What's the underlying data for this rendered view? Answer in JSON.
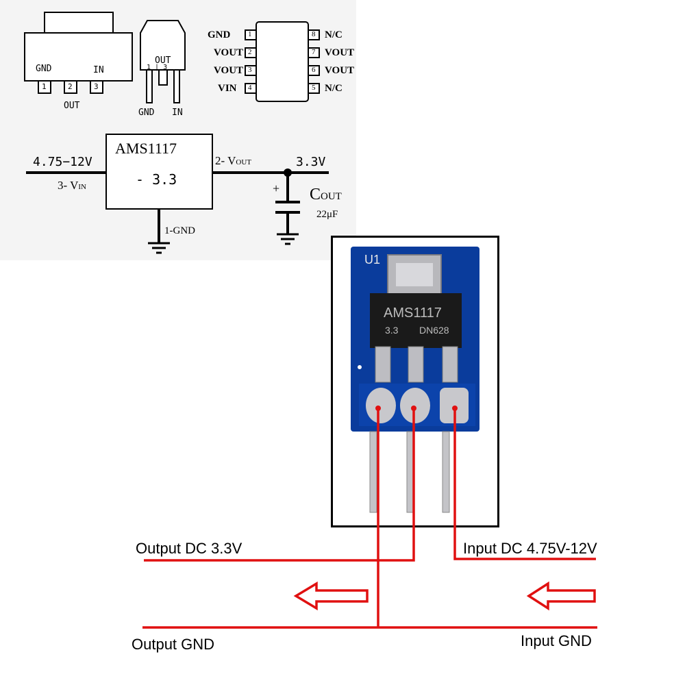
{
  "packages": {
    "sot223": {
      "gnd": "GND",
      "in": "IN",
      "out": "OUT",
      "pins": [
        "1",
        "2",
        "3"
      ]
    },
    "to252": {
      "out": "OUT",
      "gnd": "GND",
      "in": "IN",
      "pin_marks": "1 | 3"
    },
    "soic8": {
      "left": [
        {
          "label": "GND",
          "pin": "1"
        },
        {
          "label": "VOUT",
          "pin": "2"
        },
        {
          "label": "VOUT",
          "pin": "3"
        },
        {
          "label": "VIN",
          "pin": "4"
        }
      ],
      "right": [
        {
          "label": "N/C",
          "pin": "8"
        },
        {
          "label": "VOUT",
          "pin": "7"
        },
        {
          "label": "VOUT",
          "pin": "6"
        },
        {
          "label": "N/C",
          "pin": "5"
        }
      ]
    }
  },
  "schematic": {
    "chip_name": "AMS1117",
    "chip_variant": "- 3.3",
    "input_range": "4.75−12V",
    "vin_label": "3- V",
    "vin_sub": "IN",
    "vout_label": "2- V",
    "vout_sub": "OUT",
    "output_voltage": "3.3V",
    "gnd_label": "1-GND",
    "cap_plus": "+",
    "cap_name": "C",
    "cap_sub": "OUT",
    "cap_value": "22μF"
  },
  "board": {
    "ref": "U1",
    "chip_marking": "AMS1117",
    "chip_voltage": "3.3",
    "chip_code": "DN628"
  },
  "wiring": {
    "output_voltage_label": "Output DC 3.3V",
    "input_voltage_label": "Input DC 4.75V-12V",
    "output_gnd_label": "Output GND",
    "input_gnd_label": "Input GND"
  },
  "colors": {
    "wire_red": "#e01010",
    "pcb_blue": "#0a3c9c",
    "chip_black": "#1a1a1a"
  }
}
